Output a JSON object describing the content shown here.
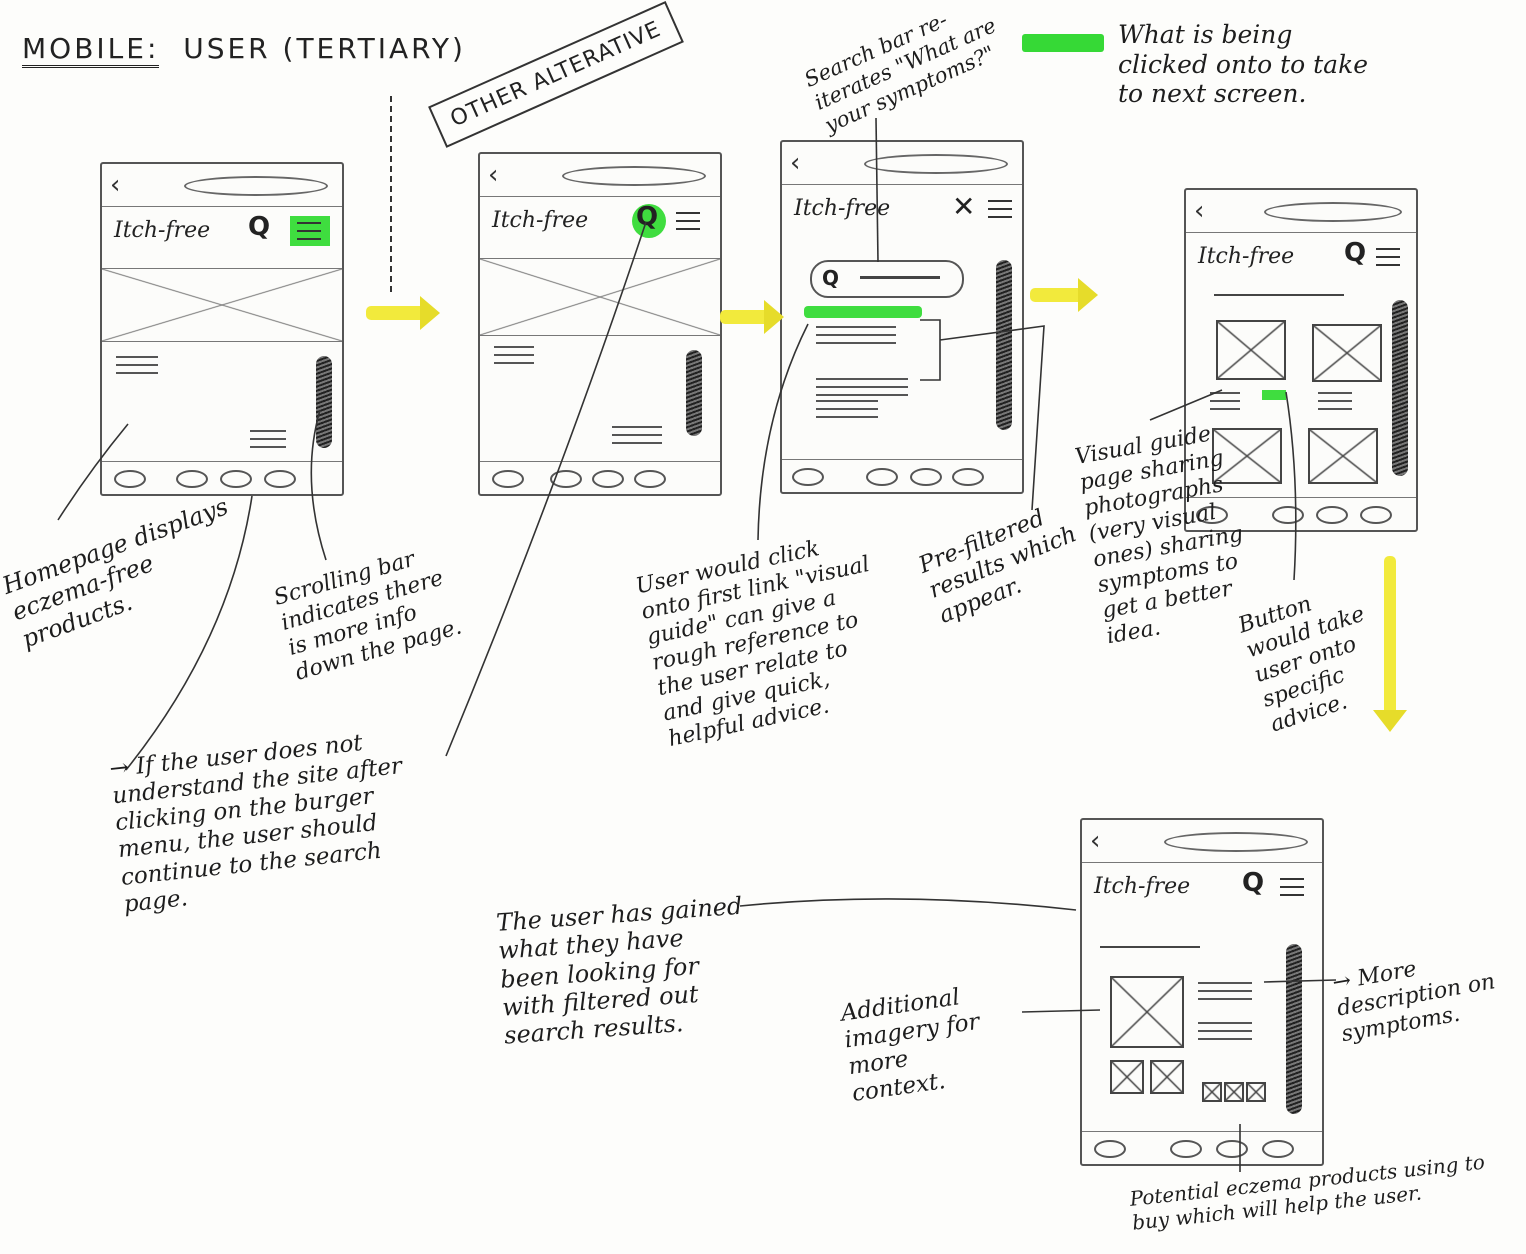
{
  "title": {
    "prefix": "MOBILE:",
    "rest": "USER (TERTIARY)"
  },
  "alt_label": "OTHER ALTERATIVE",
  "legend": "What is being clicked onto to take to next screen.",
  "brand": "Itch-free",
  "notes": {
    "homepage": "Homepage displays eczema-free products.",
    "scrolling": "Scrolling bar indicates there is more info down the page.",
    "burger": "→ If the user does not understand the site after clicking on the burger menu, the user should continue to the search page.",
    "searchbar": "Search bar re-iterates \"What are your symptoms?\"",
    "user_click": "User would click onto first link \"visual guide\" can give a rough reference to the user relate to and give quick, helpful advice.",
    "prefiltered": "Pre-filtered results which appear.",
    "visual_guide": "Visual guide page sharing photographs (very visual ones) sharing symptoms to get a better idea.",
    "button": "Button would take user onto specific advice.",
    "gained": "The user has gained what they have been looking for with filtered out search results.",
    "imagery": "Additional imagery for more context.",
    "more_desc": "→ More description on symptoms.",
    "potential": "Potential eczema products using to buy which will help the user."
  },
  "colors": {
    "highlight": "#3fdd3f",
    "arrow": "#f2ea3c"
  }
}
